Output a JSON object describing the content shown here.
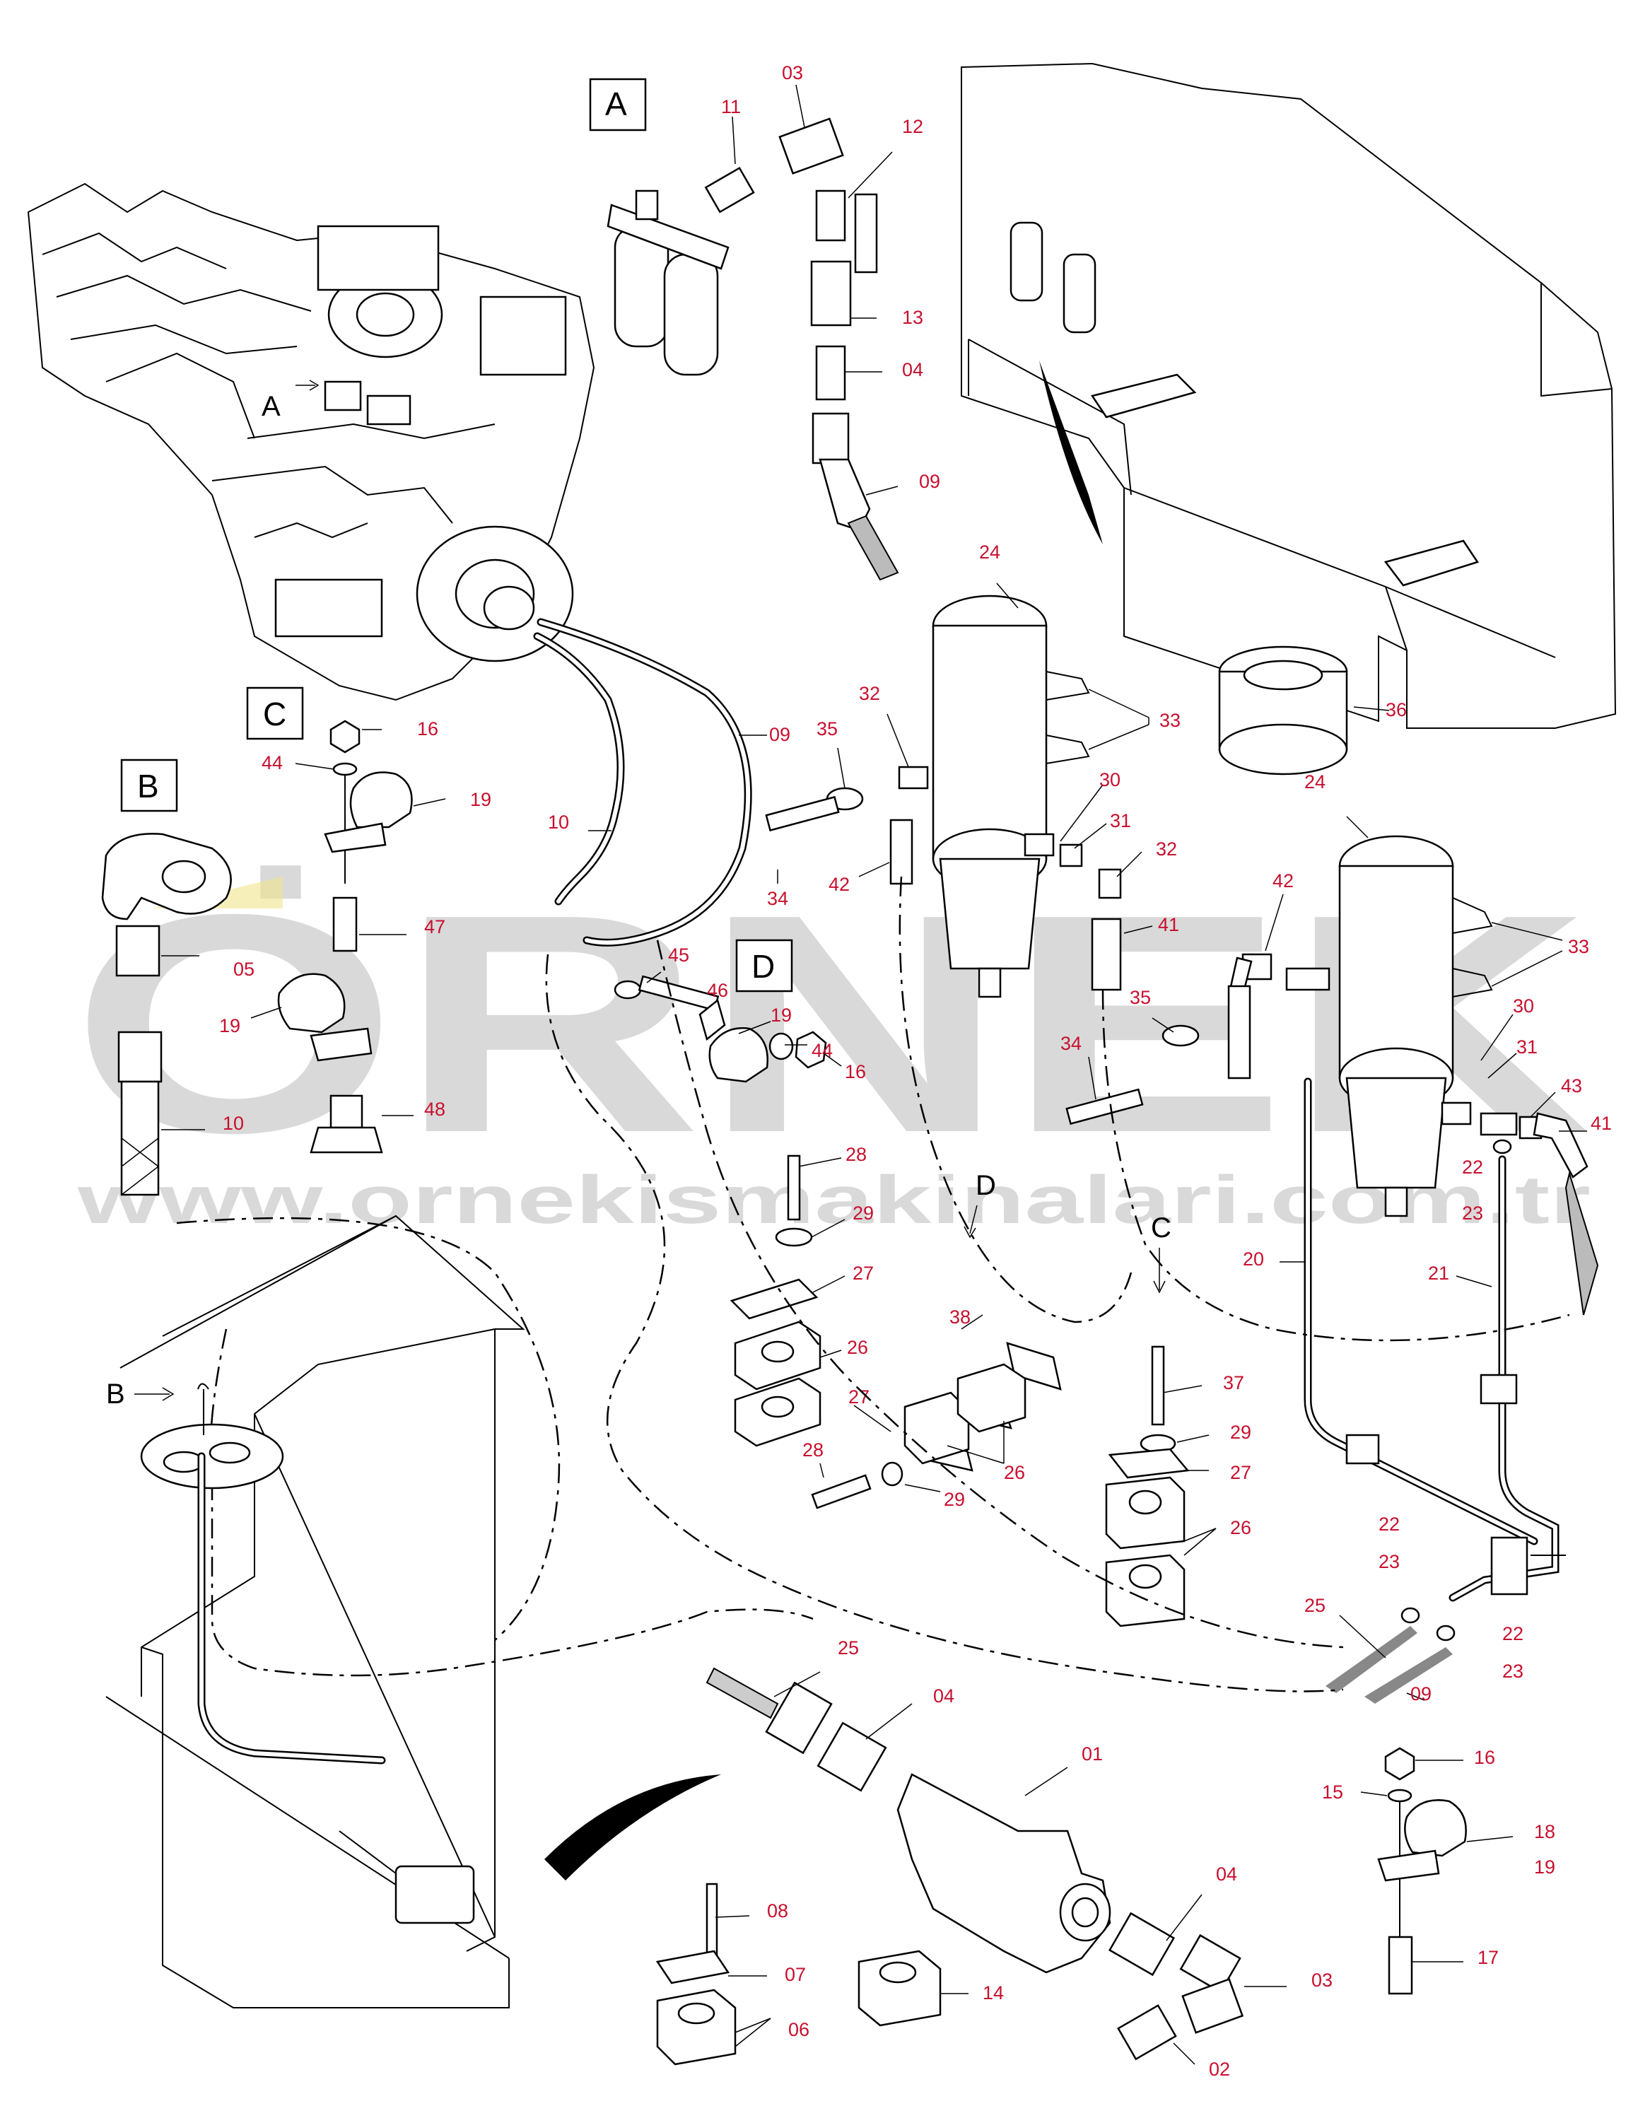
{
  "watermark": {
    "brand": "ÖRNEK",
    "url": "www.ornekismakinalari.com.tr"
  },
  "view_boxes": {
    "A": "A",
    "B": "B",
    "C": "C",
    "D": "D"
  },
  "view_arrows": {
    "A": "A",
    "B": "B",
    "C": "C",
    "D": "D"
  },
  "callouts": {
    "c03_top": "03",
    "c11": "11",
    "c12": "12",
    "c13": "13",
    "c04_top": "04",
    "c09_top": "09",
    "c24_a": "24",
    "c33_a": "33",
    "c32_a": "32",
    "c35_a": "35",
    "c30_a": "30",
    "c31_a": "31",
    "c32_b": "32",
    "c34_a": "34",
    "c42_a": "42",
    "c41_a": "41",
    "c36": "36",
    "c24_b": "24",
    "c42_b": "42",
    "c33_b": "33",
    "c30_b": "30",
    "c31_b": "31",
    "c43": "43",
    "c41_b": "41",
    "c35_b": "35",
    "c34_b": "34",
    "c22_a": "22",
    "c23_a": "23",
    "c20": "20",
    "c21": "21",
    "c16_a": "16",
    "c44_a": "44",
    "c19_a": "19",
    "c47": "47",
    "c09_mid": "09",
    "c10_mid": "10",
    "c05": "05",
    "c19_b": "19",
    "c10_b": "10",
    "c48": "48",
    "c45": "45",
    "c46": "46",
    "c19_d": "19",
    "c44_d": "44",
    "c16_d": "16",
    "c28_a": "28",
    "c29_a": "29",
    "c27_a": "27",
    "c26_a": "26",
    "c38": "38",
    "c27_b": "27",
    "c26_b": "26",
    "c28_b": "28",
    "c29_b": "29",
    "c37": "37",
    "c29_c": "29",
    "c27_c": "27",
    "c26_c": "26",
    "c22_b": "22",
    "c23_b": "23",
    "c25_a": "25",
    "c22_c": "22",
    "c23_c": "23",
    "c09_bot": "09",
    "c25_b": "25",
    "c04_b": "04",
    "c01": "01",
    "c04_c": "04",
    "c03_bot": "03",
    "c02": "02",
    "c08": "08",
    "c07": "07",
    "c06": "06",
    "c14": "14",
    "c16_e": "16",
    "c15": "15",
    "c18": "18",
    "c19_e": "19",
    "c17": "17"
  }
}
